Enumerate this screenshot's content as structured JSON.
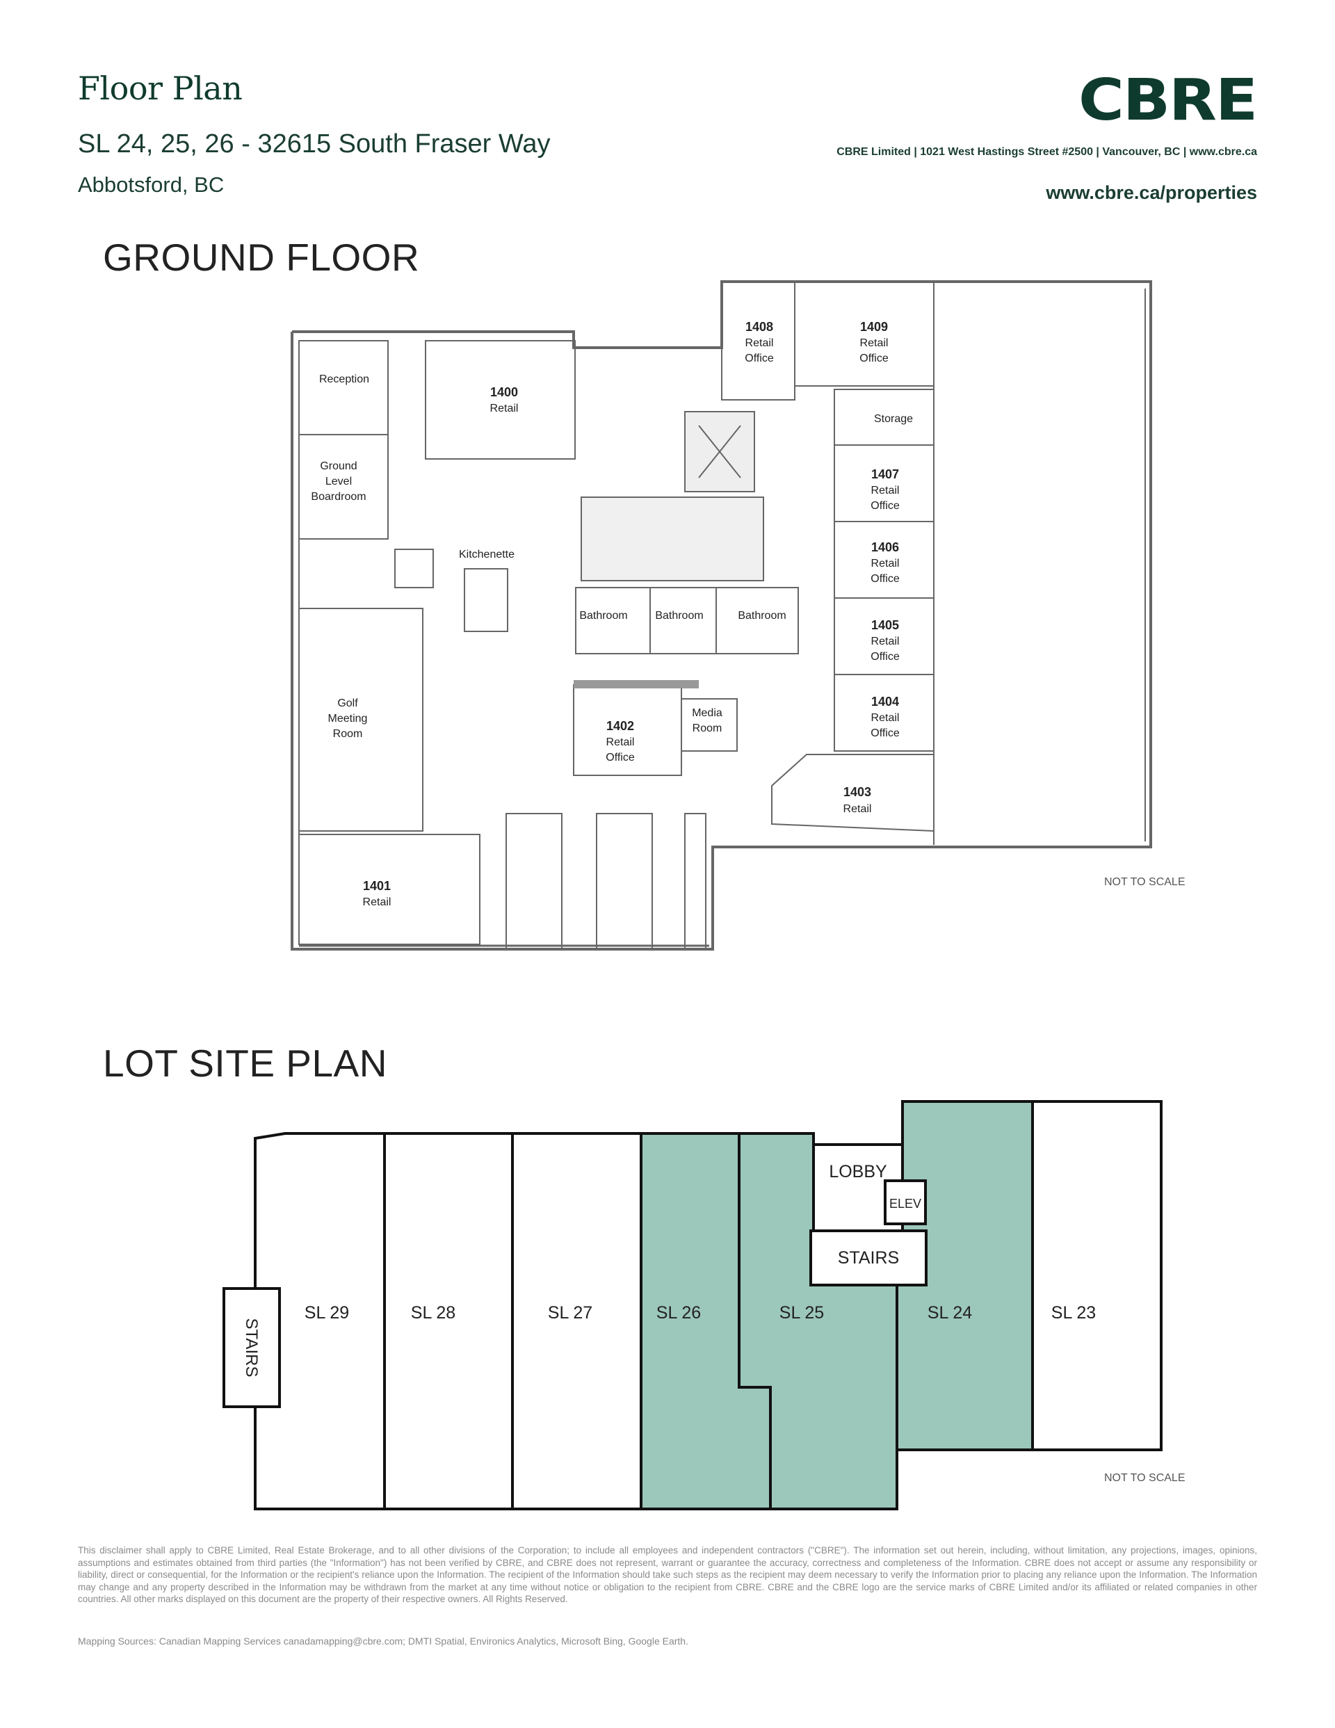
{
  "header": {
    "title": "Floor Plan",
    "subtitle": "SL 24, 25, 26 - 32615 South Fraser Way",
    "city": "Abbotsford, BC",
    "logo_text": "CBRE",
    "address_line": "CBRE Limited | 1021 West Hastings Street #2500 | Vancouver, BC | www.cbre.ca",
    "web_link": "www.cbre.ca/properties"
  },
  "ground_floor": {
    "heading": "GROUND FLOOR",
    "not_to_scale": "NOT TO SCALE",
    "rooms": {
      "reception": "Reception",
      "r1400_num": "1400",
      "r1400_type": "Retail",
      "boardroom_1": "Ground",
      "boardroom_2": "Level",
      "boardroom_3": "Boardroom",
      "kitchenette": "Kitchenette",
      "golf_1": "Golf",
      "golf_2": "Meeting",
      "golf_3": "Room",
      "r1401_num": "1401",
      "r1401_type": "Retail",
      "bath_1": "Bathroom",
      "bath_2": "Bathroom",
      "bath_3": "Bathroom",
      "r1402_num": "1402",
      "r1402_t1": "Retail",
      "r1402_t2": "Office",
      "media_1": "Media",
      "media_2": "Room",
      "r1403_num": "1403",
      "r1403_type": "Retail",
      "r1408_num": "1408",
      "r1408_t1": "Retail",
      "r1408_t2": "Office",
      "r1409_num": "1409",
      "r1409_t1": "Retail",
      "r1409_t2": "Office",
      "storage": "Storage",
      "r1407_num": "1407",
      "r1407_t1": "Retail",
      "r1407_t2": "Office",
      "r1406_num": "1406",
      "r1406_t1": "Retail",
      "r1406_t2": "Office",
      "r1405_num": "1405",
      "r1405_t1": "Retail",
      "r1405_t2": "Office",
      "r1404_num": "1404",
      "r1404_t1": "Retail",
      "r1404_t2": "Office"
    }
  },
  "lot_site_plan": {
    "heading": "LOT SITE PLAN",
    "not_to_scale": "NOT TO SCALE",
    "highlight_color": "#9cc7bb",
    "lots": {
      "sl29": "SL 29",
      "sl28": "SL 28",
      "sl27": "SL 27",
      "sl26": "SL 26",
      "sl25": "SL 25",
      "sl24": "SL 24",
      "sl23": "SL 23"
    },
    "lobby": "LOBBY",
    "elev": "ELEV",
    "stairs_center": "STAIRS",
    "stairs_left": "STAIRS"
  },
  "footer": {
    "disclaimer": "This disclaimer shall apply to CBRE Limited, Real Estate Brokerage, and to all other divisions of the Corporation; to include all employees and independent contractors (\"CBRE\"). The information set out herein, including, without limitation, any projections, images, opinions, assumptions and estimates obtained from third parties (the \"Information\") has not been verified by CBRE, and CBRE does not represent, warrant or guarantee the accuracy, correctness and completeness of the Information. CBRE does not accept or assume any responsibility or liability, direct or consequential, for the Information or the recipient's reliance upon the Information. The recipient of the Information should take such steps as the recipient may deem necessary to verify the Information prior to placing any reliance upon the Information. The Information may change and any property described in the Information may be withdrawn from the market at any time without notice or obligation to the recipient from CBRE. CBRE and the CBRE logo are the service marks of CBRE Limited and/or its affiliated or related companies in other countries. All other marks displayed on this document are the property of their respective owners. All Rights Reserved.",
    "sources": "Mapping Sources: Canadian Mapping Services canadamapping@cbre.com; DMTI Spatial, Environics Analytics, Microsoft Bing, Google Earth."
  }
}
